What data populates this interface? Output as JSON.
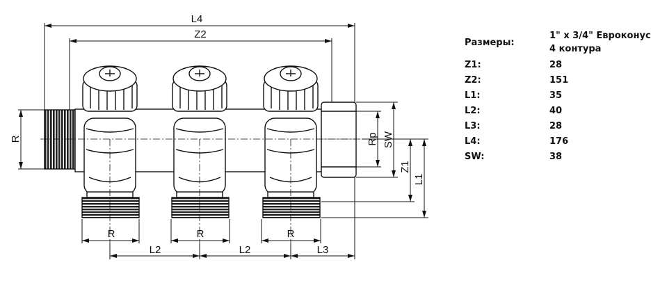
{
  "drawing": {
    "labels": {
      "L4": "L4",
      "Z2": "Z2",
      "R": "R",
      "Rp": "Rp",
      "SW": "SW",
      "Z1": "Z1",
      "L1": "L1",
      "L2": "L2",
      "L3": "L3"
    }
  },
  "specs": {
    "header_label": "Размеры:",
    "header_value_line1": "1\" x 3/4\" Евроконус",
    "header_value_line2": "4 контура",
    "rows": [
      {
        "label": "Z1:",
        "value": "28"
      },
      {
        "label": "Z2:",
        "value": "151"
      },
      {
        "label": "L1:",
        "value": "35"
      },
      {
        "label": "L2:",
        "value": "40"
      },
      {
        "label": "L3:",
        "value": "28"
      },
      {
        "label": "L4:",
        "value": "176"
      },
      {
        "label": "SW:",
        "value": "38"
      }
    ]
  }
}
